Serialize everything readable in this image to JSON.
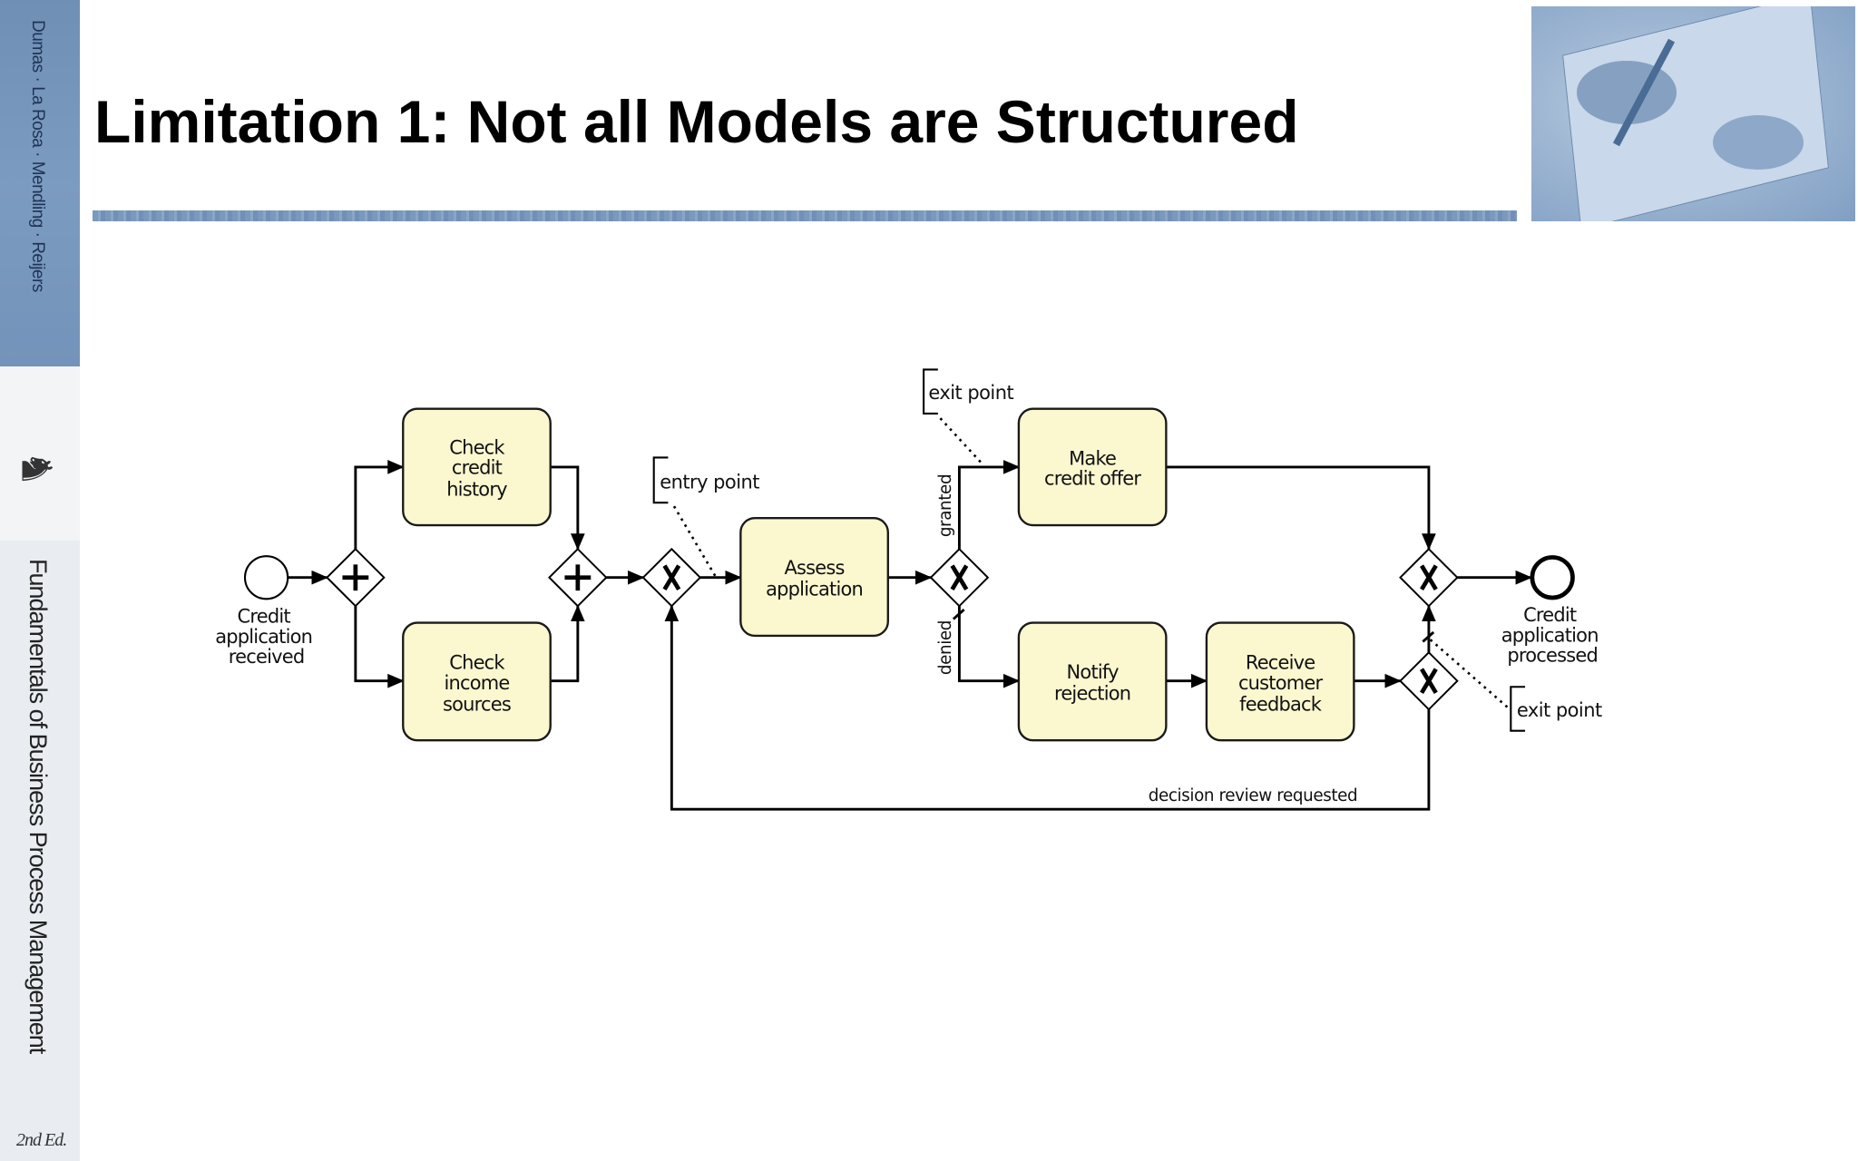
{
  "slide": {
    "title": "Limitation 1: Not all Models are Structured"
  },
  "sidebar": {
    "authors": "Dumas · La Rosa · Mendling · Reijers",
    "book_title": "Fundamentals of Business Process Management",
    "edition": "2nd Ed.",
    "logo_icon": "knight-icon"
  },
  "header_image": {
    "subject": "drawing-hands-artwork"
  },
  "colors": {
    "task_fill": "#fbf8d0",
    "accent_blue": "#7b98bd"
  },
  "diagram": {
    "start_event": {
      "lines": [
        "Credit",
        "application",
        "received"
      ]
    },
    "end_event": {
      "lines": [
        "Credit",
        "application",
        "processed"
      ]
    },
    "tasks": {
      "check_credit": {
        "lines": [
          "Check",
          "credit",
          "history"
        ]
      },
      "check_income": {
        "lines": [
          "Check",
          "income",
          "sources"
        ]
      },
      "assess": {
        "lines": [
          "Assess",
          "application"
        ]
      },
      "make_offer": {
        "lines": [
          "Make",
          "credit offer"
        ]
      },
      "notify": {
        "lines": [
          "Notify",
          "rejection"
        ]
      },
      "feedback": {
        "lines": [
          "Receive",
          "customer",
          "feedback"
        ]
      }
    },
    "flow_labels": {
      "granted": "granted",
      "denied": "denied",
      "review": "decision review requested"
    },
    "annotations": {
      "entry": "entry point",
      "exit_top": "exit point",
      "exit_bottom": "exit point"
    }
  }
}
